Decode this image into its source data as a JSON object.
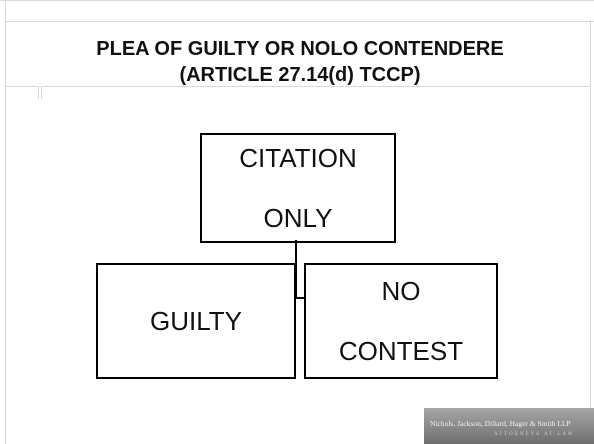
{
  "slide": {
    "title_line1": "PLEA OF GUILTY OR NOLO CONTENDERE",
    "title_line2": "(ARTICLE 27.14(d) TCCP)"
  },
  "diagram": {
    "top_box": {
      "line1": "CITATION",
      "line2": "ONLY"
    },
    "left_box": {
      "label": "GUILTY"
    },
    "right_box": {
      "line1": "NO",
      "line2": "CONTEST"
    }
  },
  "footer": {
    "firm_name": "Nichols, Jackson, Dillard, Hager & Smith LLP",
    "firm_tagline": "ATTORNEYS AT LAW"
  }
}
